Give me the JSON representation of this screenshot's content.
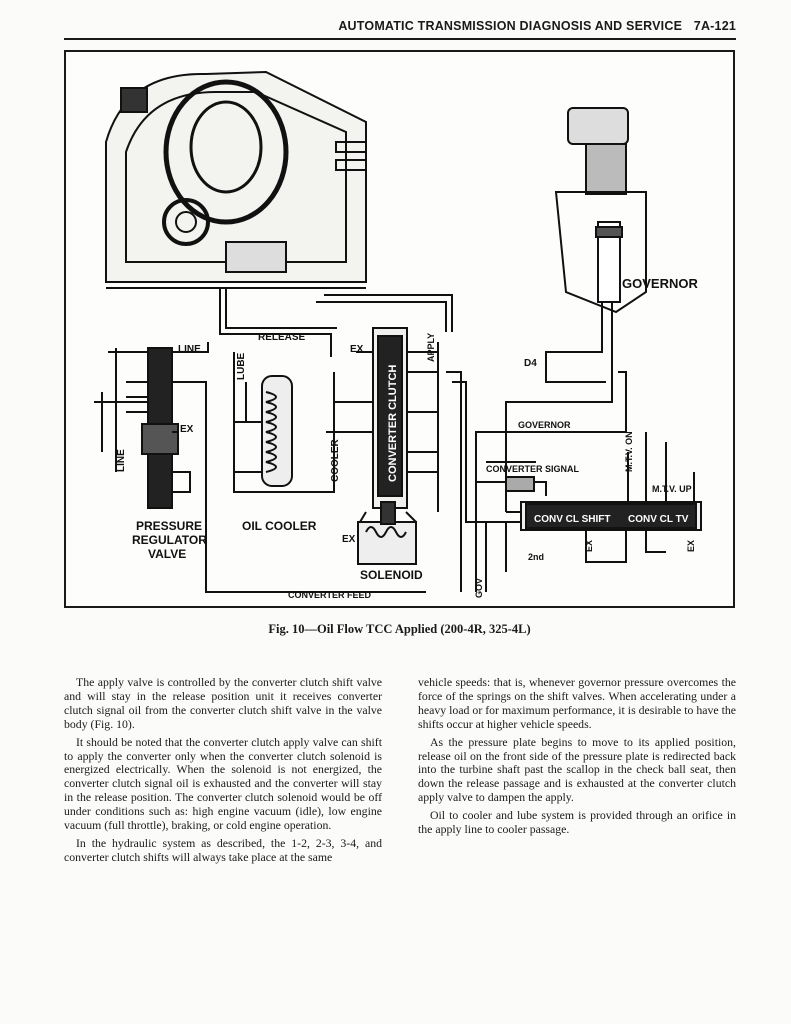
{
  "header": {
    "title": "AUTOMATIC TRANSMISSION DIAGNOSIS AND SERVICE",
    "page": "7A-121"
  },
  "figure": {
    "labels": {
      "governor": "GOVERNOR",
      "release": "RELEASE",
      "line_top": "LINE",
      "ex_regulator": "EX",
      "line_side": "LINE",
      "pressure": "PRESSURE",
      "regulator": "REGULATOR",
      "valve": "VALVE",
      "lube": "LUBE",
      "oil_cooler": "OIL COOLER",
      "cooler": "COOLER",
      "ex_apply": "EX",
      "apply": "APPLY",
      "converter_clutch": "CONVERTER CLUTCH",
      "ex_solenoid": "EX",
      "solenoid": "SOLENOID",
      "converter_feed": "CONVERTER FEED",
      "gov": "GOV",
      "d4": "D4",
      "governor_line": "GOVERNOR",
      "converter_signal": "CONVERTER SIGNAL",
      "mtv_on": "M.T.V. ON",
      "mtv_up": "M.T.V. UP",
      "conv_cl_shift": "CONV CL SHIFT",
      "conv_cl_tv": "CONV CL TV",
      "second": "2nd",
      "ex_shift": "EX",
      "ex_tv": "EX"
    }
  },
  "caption": "Fig. 10—Oil Flow TCC Applied (200-4R, 325-4L)",
  "body": {
    "left": [
      "The apply valve is controlled by the converter clutch shift valve and will stay in the release position unit it receives converter clutch signal oil from the converter clutch shift valve in the valve body (Fig. 10).",
      "It should be noted that the converter clutch apply valve can shift to apply the converter only when the converter clutch solenoid is energized electrically. When the solenoid is not energized, the converter clutch signal oil is exhausted and the converter will stay in the release position. The converter clutch solenoid would be off under conditions such as: high engine vacuum (idle), low engine vacuum (full throttle), braking, or cold engine operation.",
      "In the hydraulic system as described, the 1-2, 2-3, 3-4, and converter clutch shifts will always take place at the same"
    ],
    "right": [
      "vehicle speeds: that is, whenever governor pressure overcomes the force of the springs on the shift valves. When accelerating under a heavy load or for maximum performance, it is desirable to have the shifts occur at higher vehicle speeds.",
      "As the pressure plate begins to move to its applied position, release oil on the front side of the pressure plate is redirected back into the turbine shaft past the scallop in the check ball seat, then down the release passage and is exhausted at the converter clutch apply valve to dampen the apply.",
      "Oil to cooler and lube system is provided through an orifice in the apply line to cooler passage."
    ]
  }
}
